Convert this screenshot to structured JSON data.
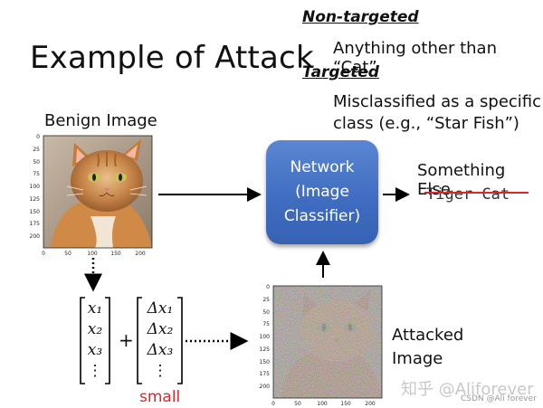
{
  "title": "Example of Attack",
  "non_targeted": {
    "heading": "Non-targeted",
    "text": "Anything other than “Cat”"
  },
  "targeted": {
    "heading": "Targeted",
    "line1": "Misclassified as a specific",
    "line2": "class (e.g., “Star Fish”)"
  },
  "benign": {
    "label": "Benign Image",
    "y_ticks": [
      "0",
      "25",
      "50",
      "75",
      "100",
      "125",
      "150",
      "175",
      "200"
    ],
    "x_ticks": [
      "0",
      "50",
      "100",
      "150",
      "200"
    ]
  },
  "network": {
    "line1": "Network",
    "line2": "(Image",
    "line3": "Classifier)"
  },
  "output": {
    "label": "Something Else",
    "struck_label": "Tiger Cat"
  },
  "vector_x": [
    "x₁",
    "x₂",
    "x₃",
    "⋮"
  ],
  "vector_dx": [
    "Δx₁",
    "Δx₂",
    "Δx₃",
    "⋮"
  ],
  "plus": "+",
  "small_label": "small",
  "attacked": {
    "line1": "Attacked",
    "line2": "Image",
    "y_ticks": [
      "0",
      "25",
      "50",
      "75",
      "100",
      "125",
      "150",
      "175",
      "200"
    ],
    "x_ticks": [
      "0",
      "50",
      "100",
      "150",
      "200"
    ]
  },
  "watermark": "知乎 @Aliforever",
  "watermark_small": "CSDN @Ali forever",
  "colors": {
    "network_box": "#4472c4",
    "highlight_red": "#e0242a"
  }
}
